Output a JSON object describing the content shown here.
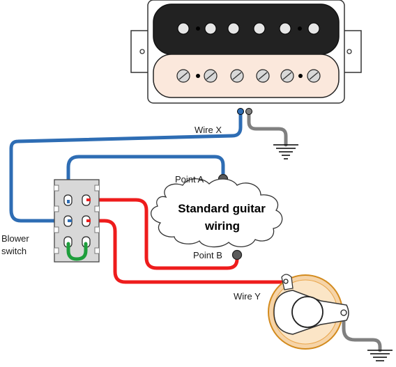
{
  "labels": {
    "wire_x": "Wire X",
    "wire_y": "Wire Y",
    "point_a": "Point A",
    "point_b": "Point B",
    "blower_line1": "Blower",
    "blower_line2": "switch",
    "cloud_line1": "Standard guitar",
    "cloud_line2": "wiring"
  },
  "colors": {
    "wire_blue": "#2e6db4",
    "wire_red": "#ee1c1c",
    "wire_grey": "#808080",
    "jumper_green": "#1e9e3c",
    "pickup_top": "#222222",
    "pickup_bottom": "#fbe8dc",
    "pot_ring": "#f5a623"
  },
  "icons": [
    "humbucker-pickup",
    "ground-symbol",
    "toggle-switch",
    "output-jack",
    "cloud"
  ]
}
